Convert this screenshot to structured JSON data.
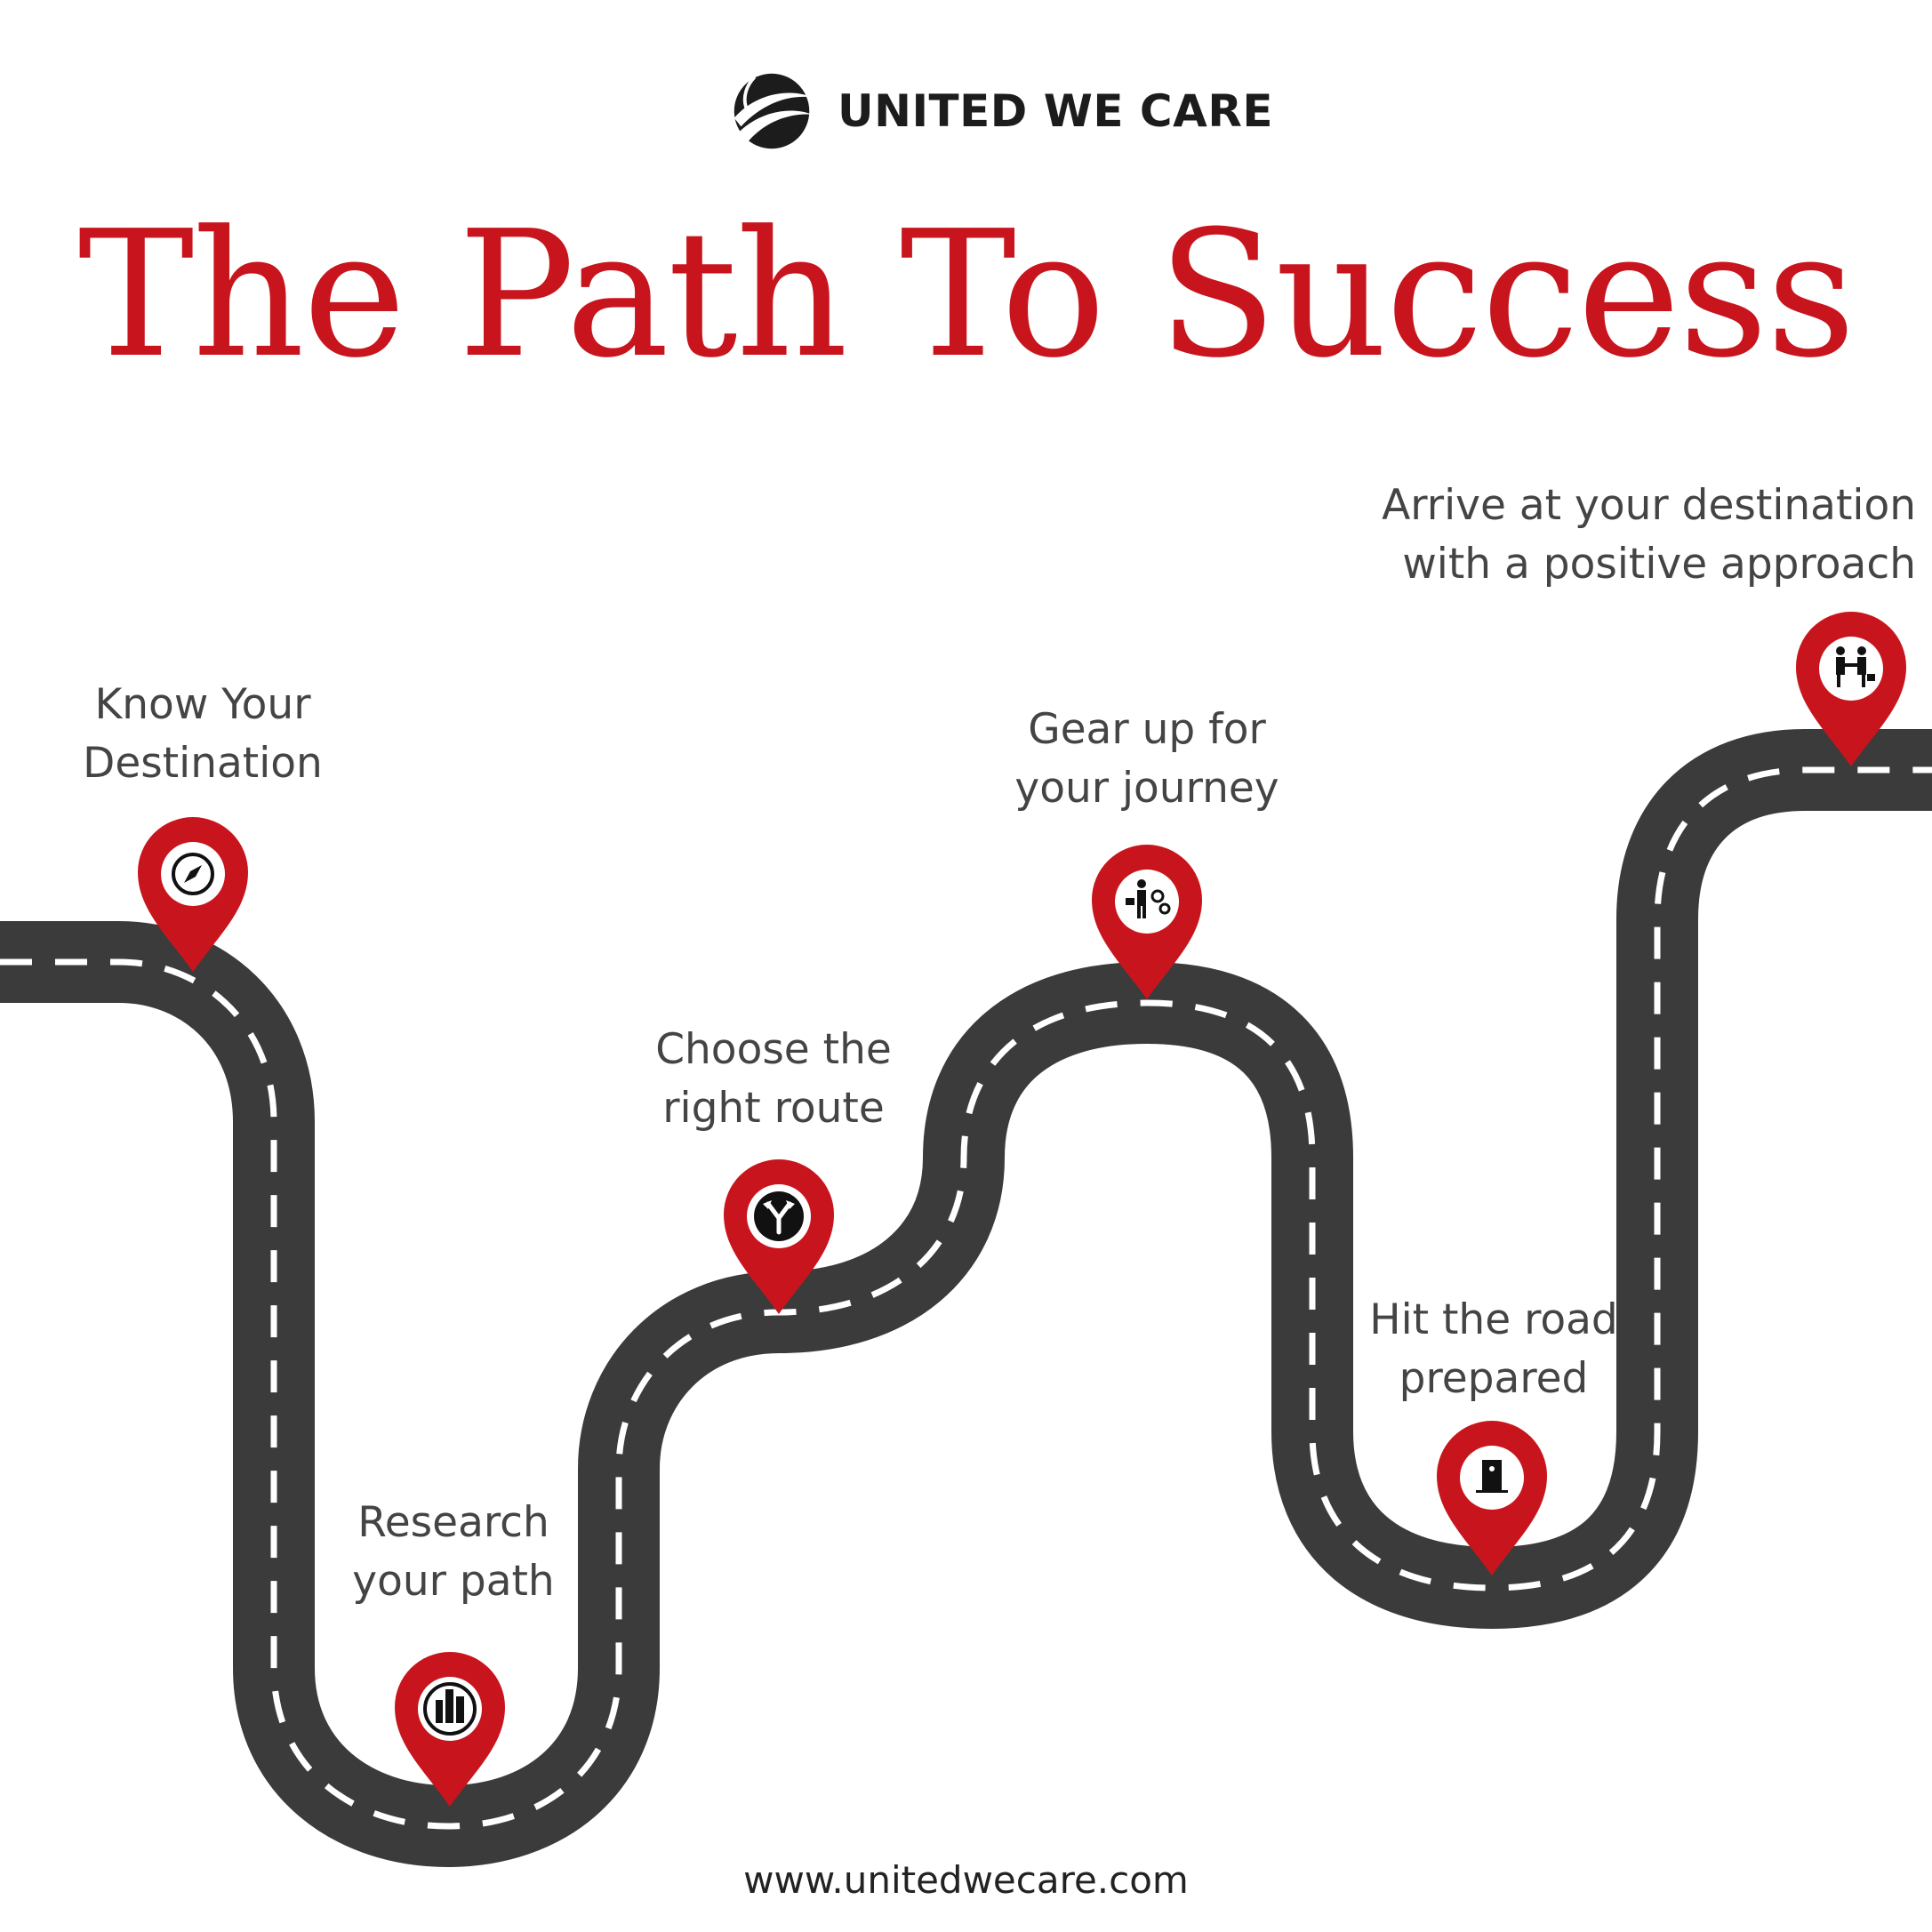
{
  "brand": {
    "name": "UNITED WE CARE",
    "logo_icon": "swoosh-globe-icon"
  },
  "title": "The Path To Success",
  "colors": {
    "accent": "#c8151d",
    "road": "#3b3b3b",
    "lane": "#ffffff",
    "text": "#444444"
  },
  "steps": [
    {
      "lines": [
        "Know Your",
        "Destination"
      ],
      "icon": "compass-icon"
    },
    {
      "lines": [
        "Research",
        "your path"
      ],
      "icon": "buildings-icon"
    },
    {
      "lines": [
        "Choose the",
        "right route"
      ],
      "icon": "fork-road-icon"
    },
    {
      "lines": [
        "Gear up for",
        "your journey"
      ],
      "icon": "worker-gear-icon"
    },
    {
      "lines": [
        "Hit the road",
        "prepared"
      ],
      "icon": "door-icon"
    },
    {
      "lines": [
        "Arrive at your destination",
        "with a positive approach"
      ],
      "icon": "handshake-icon"
    }
  ],
  "footer": "www.unitedwecare.com"
}
